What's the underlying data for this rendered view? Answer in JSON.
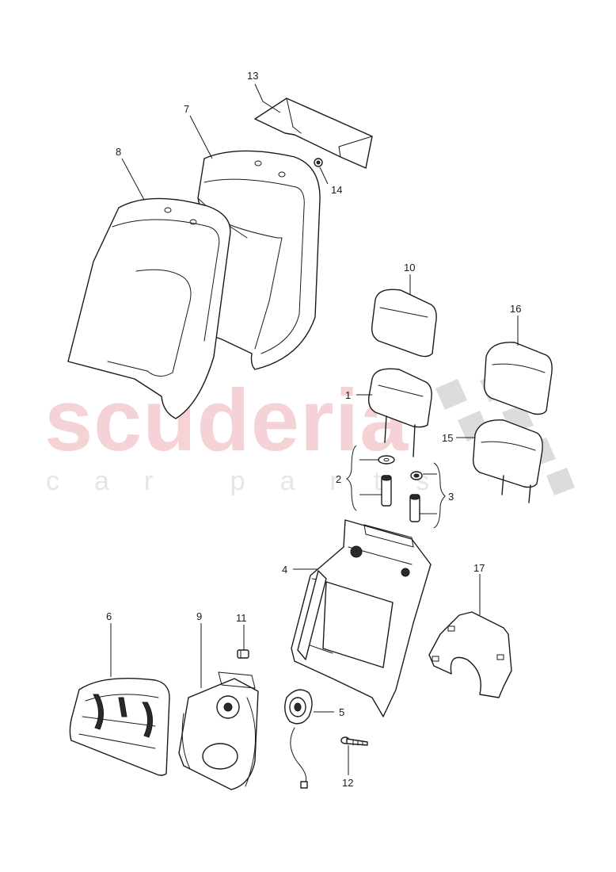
{
  "watermark": {
    "brand": "scuderia",
    "tagline": "car parts"
  },
  "callouts": {
    "c1": "1",
    "c2": "2",
    "c3": "3",
    "c4": "4",
    "c5": "5",
    "c6": "6",
    "c7": "7",
    "c8": "8",
    "c9": "9",
    "c10": "10",
    "c11": "11",
    "c12": "12",
    "c13": "13",
    "c14": "14",
    "c15": "15",
    "c16": "16",
    "c17": "17"
  }
}
